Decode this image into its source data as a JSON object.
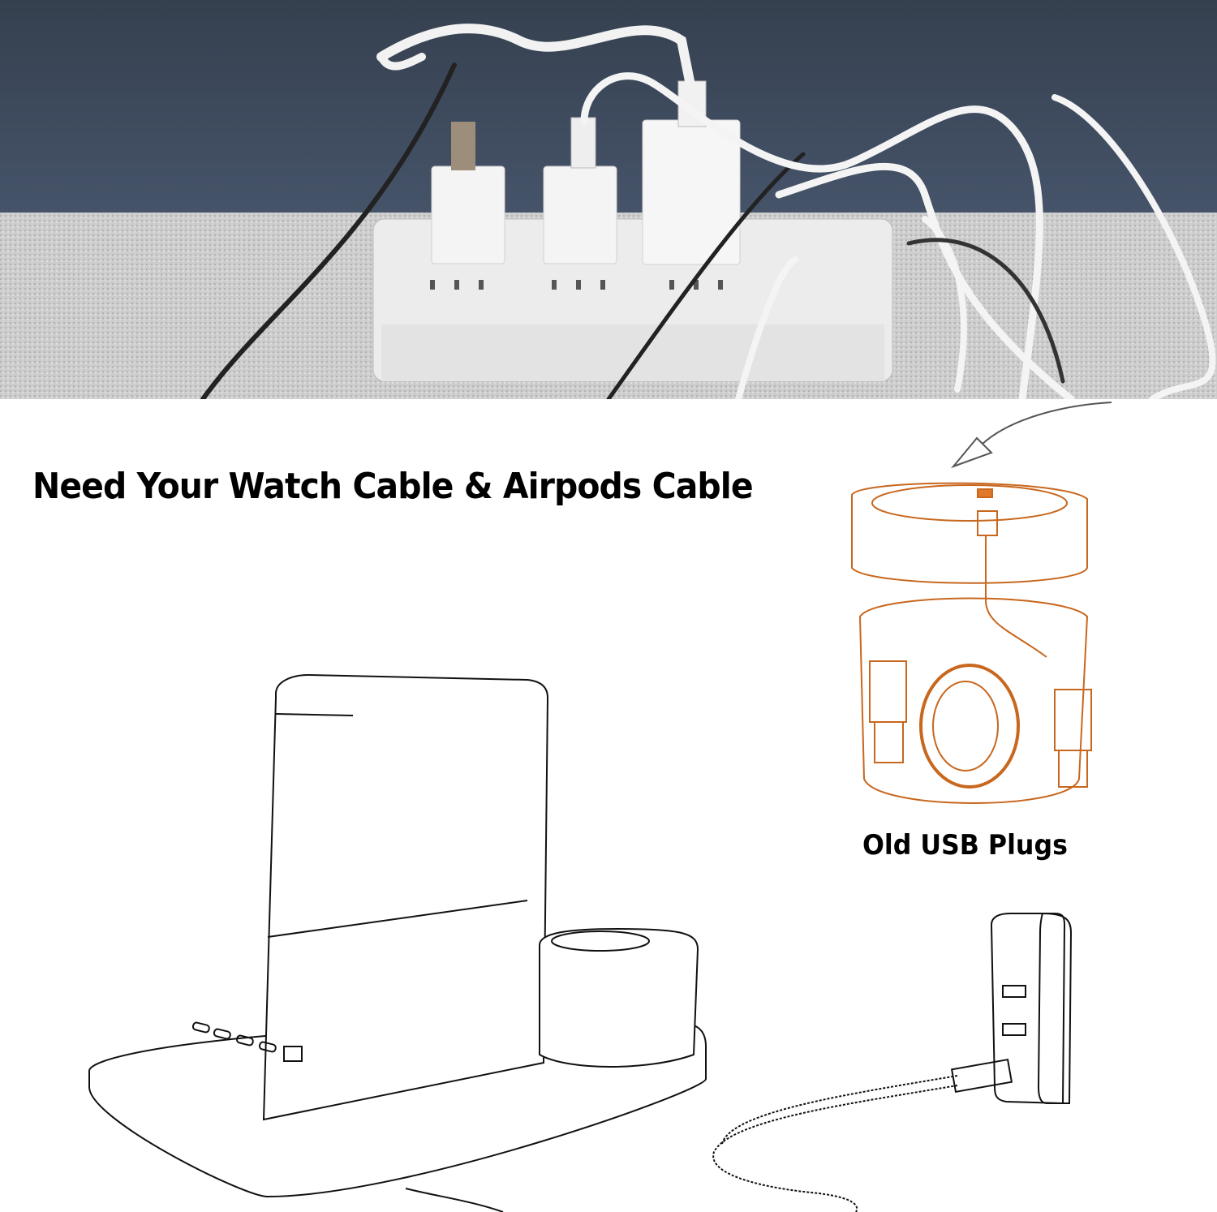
{
  "headline": "Need Your Watch Cable & Airpods Cable",
  "caption": "Old USB Plugs",
  "photo": {
    "subject": "power strip with tangled white and black charging cables and three USB wall adapters",
    "colors": {
      "wall": "#3d4a5c",
      "carpet": "#cfcfcf",
      "strip": "#eeeeee"
    }
  },
  "illustrations": {
    "organizer": {
      "subject": "cable organizer box with two USB plugs and watch charger puck",
      "line_color": "#c8671e"
    },
    "dock": {
      "subject": "3-in-1 charging stand with USB ports on base",
      "line_color": "#111111"
    },
    "adapter": {
      "subject": "wall adapter with three USB ports and USB cable",
      "line_color": "#111111"
    },
    "arrow": {
      "subject": "curved arrow pointing down to organizer"
    }
  }
}
